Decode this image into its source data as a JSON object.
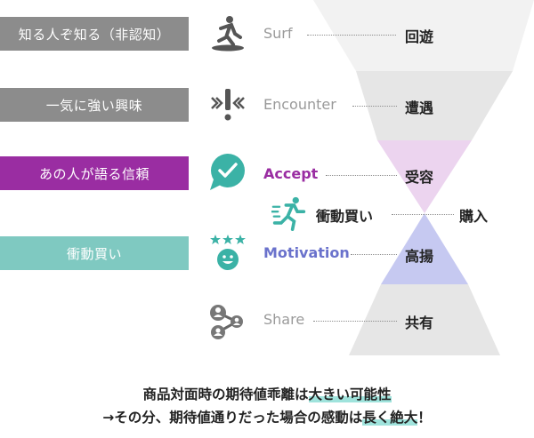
{
  "left_labels": [
    {
      "text": "知る人ぞ知る（非認知）",
      "color": "#8c8c8c"
    },
    {
      "text": "一気に強い興味",
      "color": "#8c8c8c"
    },
    {
      "text": "あの人が語る信頼",
      "color": "#9a2da2"
    },
    {
      "text": "衝動買い",
      "color": "#7fc9c1"
    }
  ],
  "stages": [
    {
      "name": "Surf",
      "jp": "回遊",
      "icon": "surfer-icon"
    },
    {
      "name": "Encounter",
      "jp": "遭遇",
      "icon": "exclamation-icon"
    },
    {
      "name": "Accept",
      "jp": "受容",
      "icon": "check-bubble-icon"
    },
    {
      "name": "Motivation",
      "jp": "高揚",
      "icon": "smiley-stars-icon"
    },
    {
      "name": "Share",
      "jp": "共有",
      "icon": "share-network-icon"
    }
  ],
  "impulse": {
    "left": "衝動買い",
    "right": "購入",
    "icon": "running-person-icon"
  },
  "footer": {
    "line1_prefix": "商品対面時の期待値乖離は",
    "line1_highlight": "大きい可能性",
    "line2_prefix": "→その分、期待値通りだった場合の感動は",
    "line2_highlight": "長く絶大",
    "line2_suffix": "！"
  },
  "colors": {
    "gray": "#8c8c8c",
    "purple": "#9a2da2",
    "teal": "#7fc9c1",
    "blue": "#6a72cc",
    "funnel_gray": "#e6e6e6",
    "funnel_pink": "#ebd3ee",
    "funnel_blue": "#c4c8f0"
  }
}
